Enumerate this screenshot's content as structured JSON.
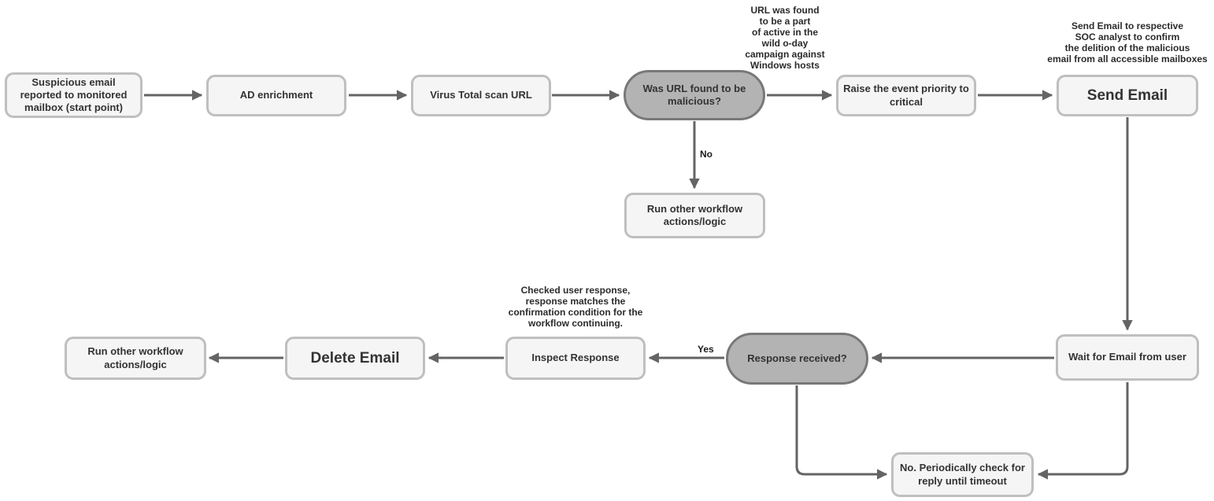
{
  "diagram": {
    "nodes": {
      "start": "Suspicious email reported to monitored mailbox (start point)",
      "ad_enrichment": "AD enrichment",
      "virus_total": "Virus Total scan URL",
      "url_malicious_decision": "Was URL found to be malicious?",
      "raise_priority": "Raise the event priority to critical",
      "send_email": "Send Email",
      "run_other_workflow_top": "Run other workflow actions/logic",
      "run_other_workflow_left": "Run other workflow actions/logic",
      "delete_email": "Delete Email",
      "inspect_response": "Inspect Response",
      "response_received_decision": "Response received?",
      "wait_for_email": "Wait for Email from user",
      "periodic_check": "No. Periodically check for reply until timeout"
    },
    "annotations": {
      "url_campaign_note": "URL was found\nto be a part\nof active in the\nwild o-day\ncampaign against\nWindows hosts",
      "send_email_note": "Send Email to respective\nSOC analyst to confirm\nthe delition of the malicious\nemail from all accessible mailboxes",
      "inspect_response_note": "Checked user response,\nresponse matches the\nconfirmation condition for the\nworkflow continuing."
    },
    "edge_labels": {
      "no": "No",
      "yes": "Yes"
    },
    "colors": {
      "node_fill": "#f5f5f5",
      "node_border": "#bfbfbf",
      "decision_fill": "#b3b3b3",
      "decision_border": "#787878",
      "arrow": "#646464",
      "text": "#333333"
    }
  }
}
